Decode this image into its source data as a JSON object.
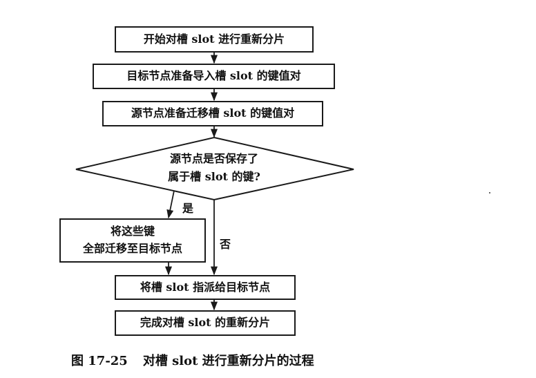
{
  "diagram": {
    "nodes": {
      "start": "开始对槽 slot 进行重新分片",
      "target_prepare": "目标节点准备导入槽 slot 的键值对",
      "source_prepare": "源节点准备迁移槽 slot 的键值对",
      "decision_line1": "源节点是否保存了",
      "decision_line2": "属于槽 slot 的键?",
      "migrate_line1": "将这些键",
      "migrate_line2": "全部迁移至目标节点",
      "assign": "将槽 slot 指派给目标节点",
      "finish": "完成对槽 slot 的重新分片"
    },
    "edge_labels": {
      "yes": "是",
      "no": "否"
    },
    "caption": {
      "number": "图 17-25",
      "title": "对槽 slot 进行重新分片的过程"
    }
  }
}
